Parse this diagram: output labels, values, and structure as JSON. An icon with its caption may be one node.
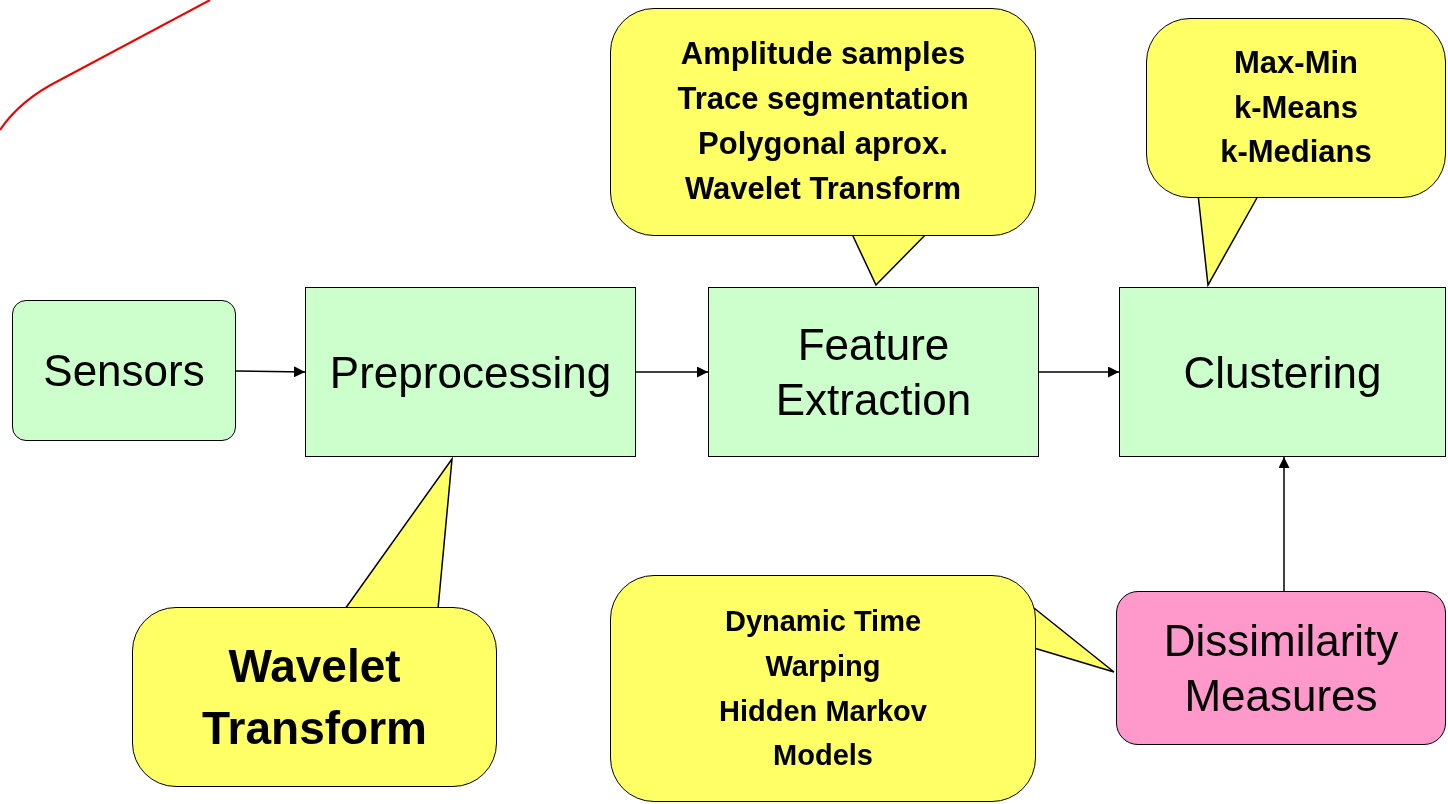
{
  "diagram": {
    "nodes": [
      {
        "text": [
          "Sensors"
        ]
      },
      {
        "text": [
          "Preprocessing"
        ]
      },
      {
        "text": [
          "Feature Extraction"
        ]
      },
      {
        "text": [
          "Clustering"
        ]
      },
      {
        "text": [
          "Dissimilarity Measures"
        ]
      },
      {
        "text": [
          "Amplitude samples Trace segmentation Polygonal aprox. Wavelet Transform"
        ]
      },
      {
        "text": [
          "Max-Min k-Means k-Medians"
        ]
      },
      {
        "text": [
          "Wavelet Transform"
        ]
      },
      {
        "text": [
          "Dynamic Time Warping Hidden Markov Models"
        ]
      }
    ],
    "edges": [
      {
        "from": 0,
        "to": 1,
        "arrow": "to"
      },
      {
        "from": 1,
        "to": 2,
        "arrow": "to"
      },
      {
        "from": 2,
        "to": 3,
        "arrow": "to"
      },
      {
        "from": 4,
        "to": 3,
        "arrow": "to"
      }
    ]
  }
}
